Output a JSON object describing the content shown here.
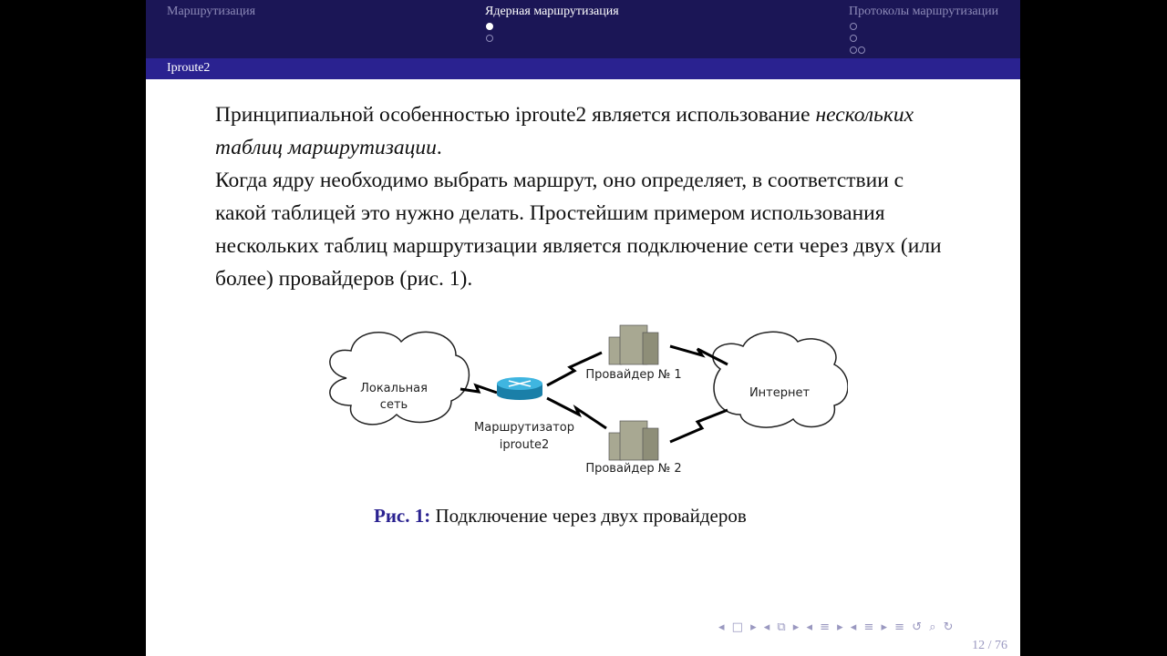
{
  "header": {
    "sections": [
      {
        "label": "Маршрутизация"
      },
      {
        "label": "Ядерная маршрутизация"
      },
      {
        "label": "Протоколы маршрутизации"
      }
    ],
    "subsection": "Iproute2"
  },
  "body": {
    "p1_a": "Принципиальной особенностью iproute2 является использование ",
    "p1_em": "нескольких таблиц маршрутизации",
    "p1_end": ".",
    "p2": "Когда ядру необходимо выбрать маршрут, оно определяет, в соответствии с какой таблицей это нужно делать. Простейшим примером использования нескольких таблиц маршрутизации является подключение сети через двух (или более) провайдеров (рис. 1)."
  },
  "diagram": {
    "lan_line1": "Локальная",
    "lan_line2": "сеть",
    "router_line1": "Маршрутизатор",
    "router_line2": "iproute2",
    "isp1": "Провайдер № 1",
    "isp2": "Провайдер № 2",
    "internet": "Интернет"
  },
  "caption": {
    "label": "Рис. 1:",
    "text": " Подключение через двух провайдеров"
  },
  "footer": {
    "nav": "◂ □ ▸ ◂ ⧉ ▸ ◂ ≡ ▸ ◂ ≡ ▸   ≡   ↺ ⌕ ↻",
    "page": "12 / 76"
  },
  "colors": {
    "header": "#1b1656",
    "subbar": "#2a2290"
  }
}
